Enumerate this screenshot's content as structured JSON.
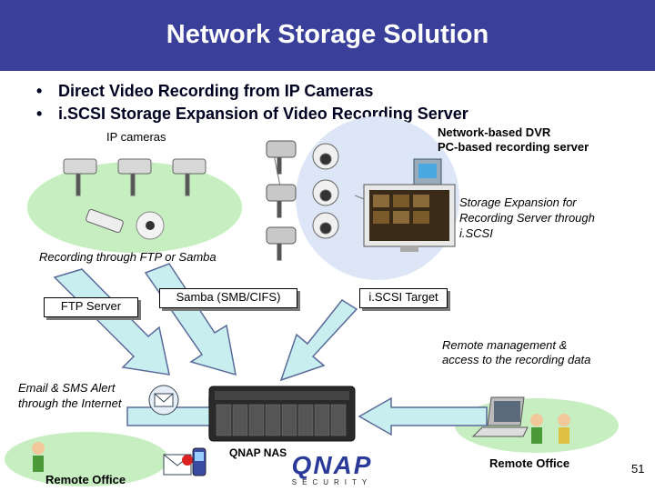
{
  "title": "Network Storage Solution",
  "bullets": [
    "Direct Video Recording from IP Cameras",
    "i.SCSI Storage Expansion of Video Recording Server"
  ],
  "labels": {
    "ip_cameras": "IP cameras",
    "dvr_line1": "Network-based DVR",
    "dvr_line2": "PC-based recording server",
    "storage_line1": "Storage Expansion for",
    "storage_line2": "Recording Server through",
    "storage_line3": "i.SCSI",
    "recording_ftp": "Recording through FTP or Samba",
    "ftp_server": "FTP Server",
    "samba": "Samba (SMB/CIFS)",
    "iscsi_target": "i.SCSI Target",
    "remote_mgmt_line1": "Remote management &",
    "remote_mgmt_line2": "access to the recording data",
    "email_line1": "Email & SMS Alert",
    "email_line2": "through the Internet",
    "qnap_nas": "QNAP NAS",
    "remote_office_left": "Remote Office",
    "remote_office_right": "Remote Office",
    "logo_text": "QNAP",
    "logo_sub": "SECURITY",
    "page_number": "51"
  },
  "colors": {
    "title_bg": "#3a3f9a",
    "title_text": "#ffffff",
    "arrow_fill": "#c8eef0",
    "arrow_stroke": "#5a6a9a",
    "ellipse_green": "#c6eec0",
    "circle_blue": "#dde6f6"
  },
  "icons": [
    "ip-camera-icon",
    "dome-camera-icon",
    "computer-icon",
    "monitor-icon",
    "nas-device-icon",
    "laptop-icon",
    "email-icon",
    "phone-icon",
    "person-icon"
  ]
}
